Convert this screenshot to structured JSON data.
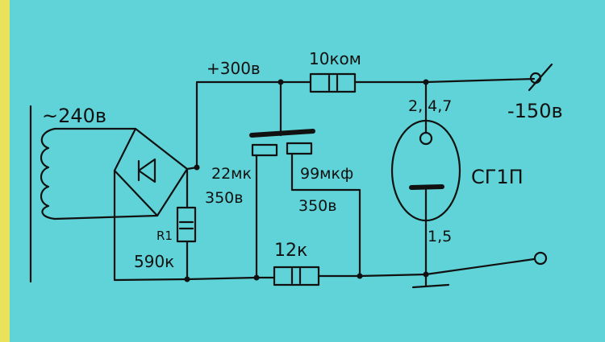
{
  "colors": {
    "paper": "#5fd3d7",
    "paper_edge": "#e9e25a",
    "ink": "#111111"
  },
  "labels": {
    "supply_ac": "~240в",
    "node_plus": "+300в",
    "r_top": "10ком",
    "terminal_neg": "-150в",
    "tube_pins_top": "2, 4,7",
    "tube_name": "СГ1П",
    "cap_left": "22мк",
    "cap_left_v": "350в",
    "cap_right": "99мкф",
    "cap_right_v": "350в",
    "r1_name": "R1",
    "r1_value": "590к",
    "r_bottom": "12к",
    "tube_pins_bottom": "1,5"
  },
  "icons": {
    "transformer": "transformer-secondary-coil",
    "bridge": "diode-bridge",
    "resistor": "resistor",
    "capacitor": "capacitor",
    "tube": "gas-voltage-regulator-tube",
    "terminal": "output-terminal",
    "ground": "ground"
  }
}
